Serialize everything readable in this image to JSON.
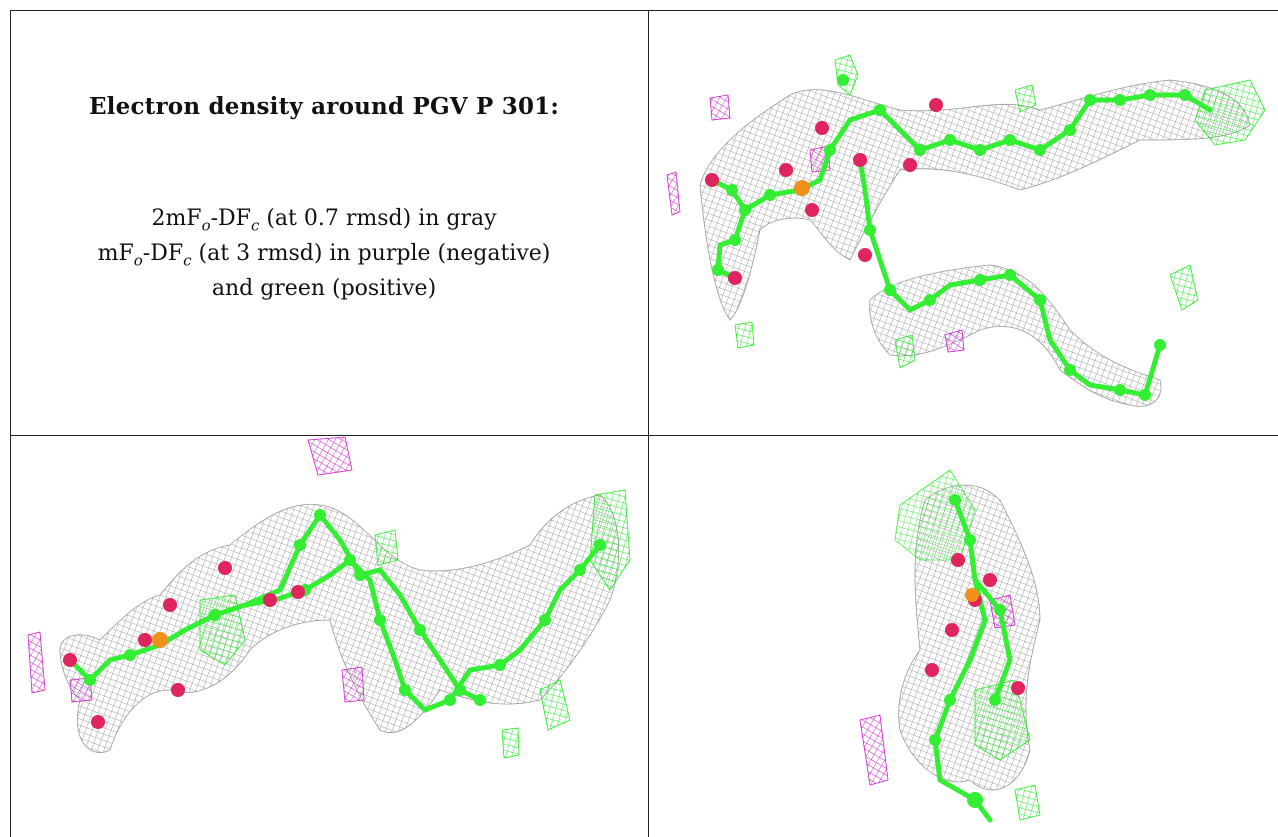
{
  "caption": {
    "title": "Electron density around PGV P 301:",
    "line1_pre": "2mF",
    "line1_sub1": "o",
    "line1_mid": "-DF",
    "line1_sub2": "c",
    "line1_post": " (at 0.7 rmsd) in gray",
    "line2_pre": "mF",
    "line2_sub1": "o",
    "line2_mid": "-DF",
    "line2_sub2": "c",
    "line2_post": " (at 3 rmsd) in purple (negative)",
    "line3": "and green (positive)"
  },
  "colors": {
    "mesh_gray": "#9a9a9a",
    "carbon_green": "#33ee33",
    "oxygen_red": "#e0245e",
    "phosphorus_orange": "#f0901a",
    "negative_purple": "#cc22cc",
    "positive_green": "#22ee22"
  },
  "panels": [
    "view-top-right",
    "view-bottom-left",
    "view-bottom-right"
  ]
}
